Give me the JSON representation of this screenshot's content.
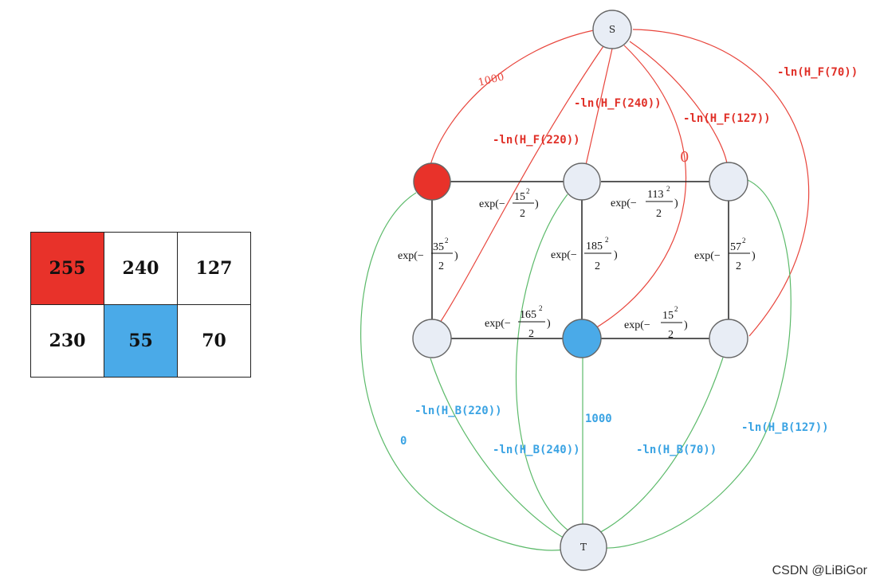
{
  "pixel_grid": {
    "rows": [
      [
        {
          "value": "255",
          "color": "#e8322a"
        },
        {
          "value": "240",
          "color": "#ffffff"
        },
        {
          "value": "127",
          "color": "#ffffff"
        }
      ],
      [
        {
          "value": "230",
          "color": "#ffffff"
        },
        {
          "value": "55",
          "color": "#4aaae8"
        },
        {
          "value": "70",
          "color": "#ffffff"
        }
      ]
    ]
  },
  "graph": {
    "colors": {
      "node_default": "#e8edf5",
      "node_foreground": "#e8322a",
      "node_background": "#4aaae8",
      "source_edges": "#e8453c",
      "sink_edges": "#5cba6a",
      "source_label_text": "#e03028",
      "sink_label_text": "#3aa3e3"
    },
    "source_label": "S",
    "sink_label": "T",
    "source_edge_labels": [
      "1000",
      "-ln(H_F(220))",
      "-ln(H_F(240))",
      "0",
      "-ln(H_F(127))",
      "-ln(H_F(70))"
    ],
    "sink_edge_labels": [
      "0",
      "-ln(H_B(220))",
      "-ln(H_B(240))",
      "1000",
      "-ln(H_B(70))",
      "-ln(H_B(127))"
    ],
    "neighbor_edges": [
      {
        "prefix": "exp(−",
        "exponent": "15",
        "power": "2",
        "denominator": "2",
        "suffix": ")"
      },
      {
        "prefix": "exp(−",
        "exponent": "113",
        "power": "2",
        "denominator": "2",
        "suffix": ")"
      },
      {
        "prefix": "exp(−",
        "exponent": "35",
        "power": "2",
        "denominator": "2",
        "suffix": ")"
      },
      {
        "prefix": "exp(−",
        "exponent": "185",
        "power": "2",
        "denominator": "2",
        "suffix": ")"
      },
      {
        "prefix": "exp(−",
        "exponent": "57",
        "power": "2",
        "denominator": "2",
        "suffix": ")"
      },
      {
        "prefix": "exp(−",
        "exponent": "165",
        "power": "2",
        "denominator": "2",
        "suffix": ")"
      },
      {
        "prefix": "exp(−",
        "exponent": "15",
        "power": "2",
        "denominator": "2",
        "suffix": ")"
      }
    ]
  },
  "watermark": "CSDN @LiBiGor"
}
